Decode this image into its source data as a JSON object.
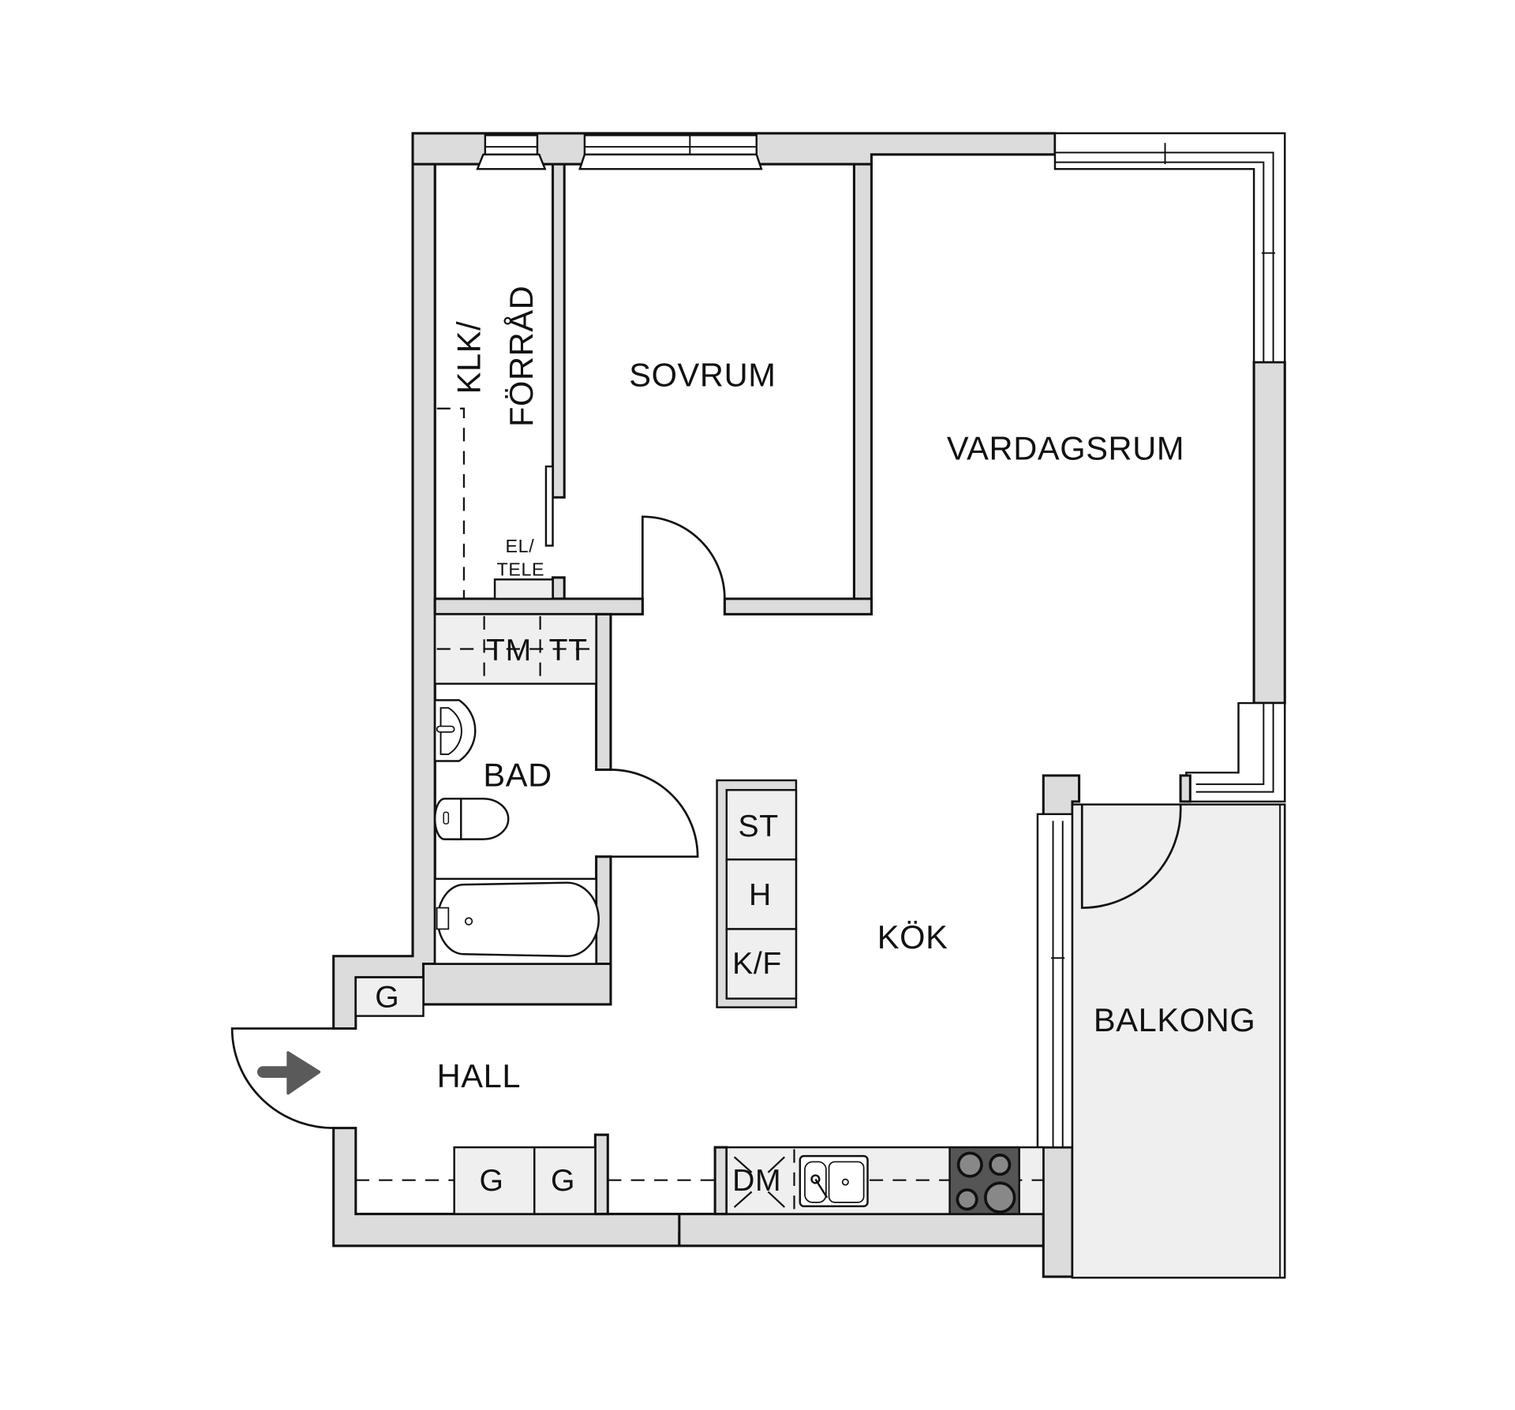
{
  "plan": {
    "rooms": {
      "klk": "KLK/",
      "forrad": "FÖRRÅD",
      "sovrum": "SOVRUM",
      "vardagsrum": "VARDAGSRUM",
      "bad": "BAD",
      "kok": "KÖK",
      "hall": "HALL",
      "balkong": "BALKONG"
    },
    "fixtures": {
      "el_line1": "EL/",
      "el_line2": "TELE",
      "tm": "TM",
      "tt": "TT",
      "st": "ST",
      "h": "H",
      "kf": "K/F",
      "g_top": "G",
      "g_bottom_1": "G",
      "g_bottom_2": "G",
      "dm": "DM"
    },
    "entrance_icon": "arrow-right-icon",
    "colors": {
      "wall": "#dcdcdc",
      "fixture": "#efefef",
      "stove": "#555555",
      "arrow": "#5a5a5a",
      "line": "#111111"
    }
  }
}
